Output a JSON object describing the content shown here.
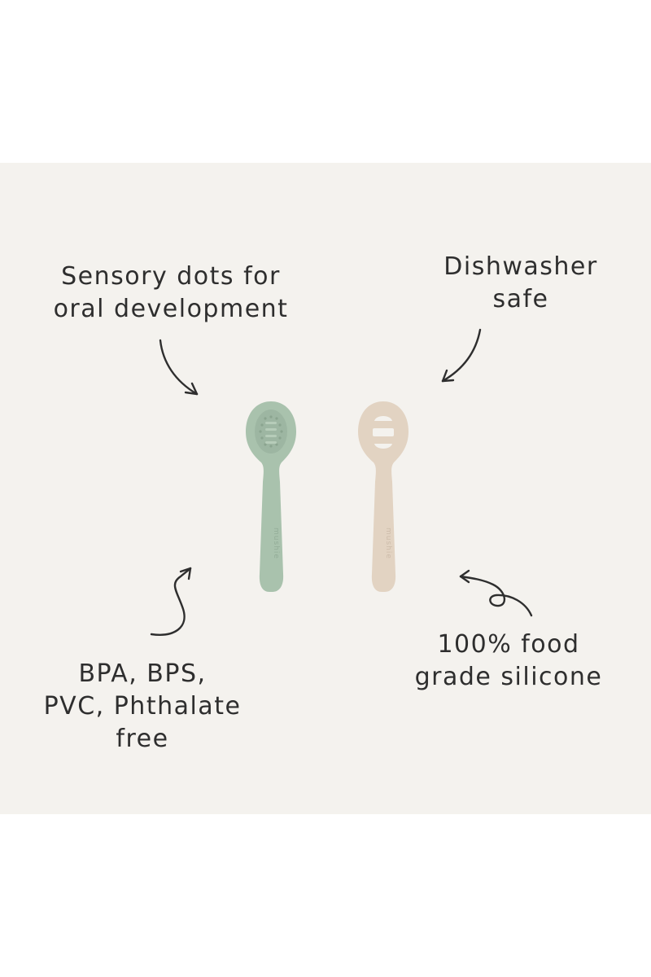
{
  "callouts": {
    "sensory": {
      "line1": "Sensory dots for",
      "line2": "oral development"
    },
    "dishwasher": {
      "line1": "Dishwasher",
      "line2": "safe"
    },
    "bpa": {
      "line1": "BPA, BPS,",
      "line2": "PVC, Phthalate",
      "line3": "free"
    },
    "silicone": {
      "line1": "100% food",
      "line2": "grade silicone"
    }
  },
  "products": {
    "spoon_left": {
      "color": "#a9c2ad",
      "engraving": "mushie"
    },
    "spoon_right": {
      "color": "#e2d3c2",
      "engraving": "mushie"
    }
  },
  "colors": {
    "background": "#f4f2ee",
    "text": "#2e2e2e"
  }
}
